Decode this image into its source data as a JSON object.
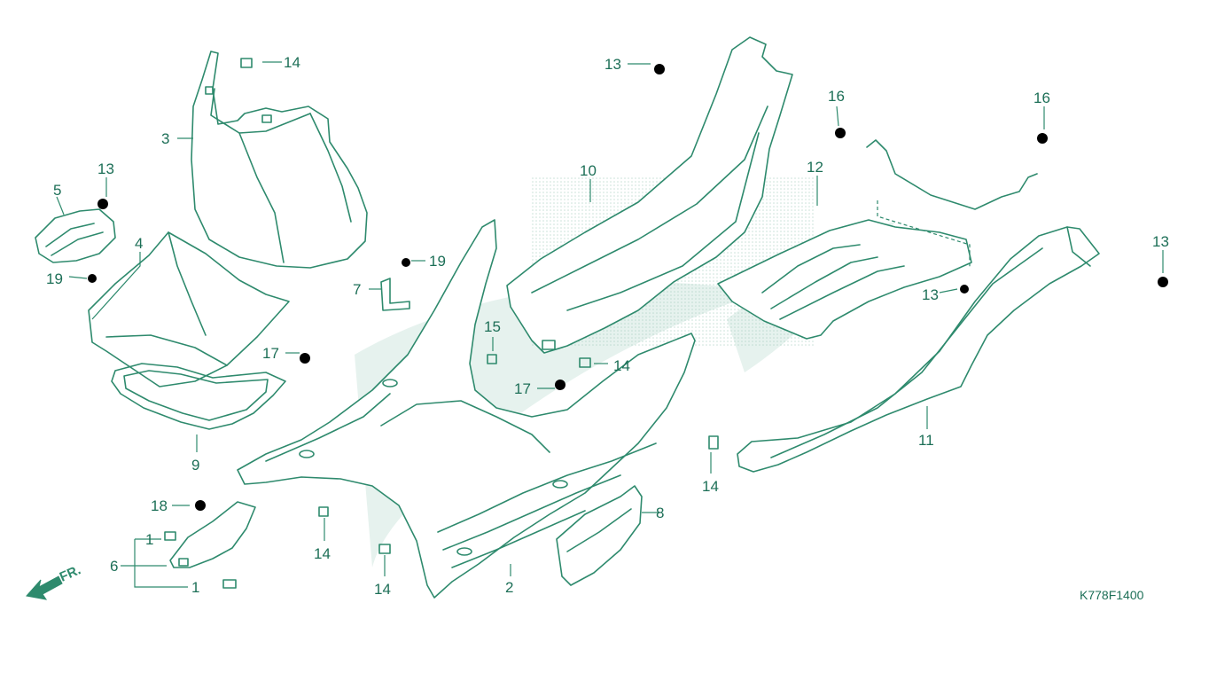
{
  "diagram_code": "K778F1400",
  "direction_label": "FR.",
  "callouts": {
    "c1a": "1",
    "c1b": "1",
    "c2": "2",
    "c3": "3",
    "c4": "4",
    "c5": "5",
    "c6": "6",
    "c7": "7",
    "c8": "8",
    "c9": "9",
    "c10": "10",
    "c11": "11",
    "c12": "12",
    "c13a": "13",
    "c13b": "13",
    "c13c": "13",
    "c13d": "13",
    "c14a": "14",
    "c14b": "14",
    "c14c": "14",
    "c14d": "14",
    "c14e": "14",
    "c15": "15",
    "c16a": "16",
    "c16b": "16",
    "c17a": "17",
    "c17b": "17",
    "c18": "18",
    "c19a": "19",
    "c19b": "19"
  },
  "colors": {
    "line": "#2e8a6d",
    "text": "#1d6f57",
    "watermark": "#e6f2ee"
  }
}
